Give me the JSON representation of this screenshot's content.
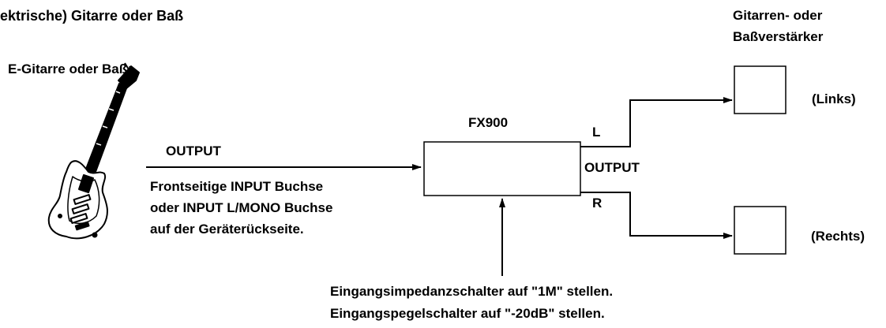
{
  "heading": "ektrische) Gitarre oder Baß",
  "guitar": {
    "label": "E-Gitarre oder Baß",
    "icon": "electric-guitar-icon"
  },
  "input_connection": {
    "output_label": "OUTPUT",
    "jack_lines": [
      "Frontseitige INPUT Buchse",
      "oder INPUT L/MONO Buchse",
      "auf der Geräterückseite."
    ]
  },
  "device": {
    "name": "FX900",
    "output_label": "OUTPUT",
    "left_channel": "L",
    "right_channel": "R",
    "settings": [
      "Eingangsimpedanzschalter auf \"1M\" stellen.",
      "Eingangspegelschalter auf \"-20dB\" stellen."
    ]
  },
  "amplifiers": {
    "title_lines": [
      "Gitarren- oder",
      "Baßverstärker"
    ],
    "left_label": "(Links)",
    "right_label": "(Rechts)"
  },
  "colors": {
    "line": "#000000",
    "background": "#ffffff"
  }
}
